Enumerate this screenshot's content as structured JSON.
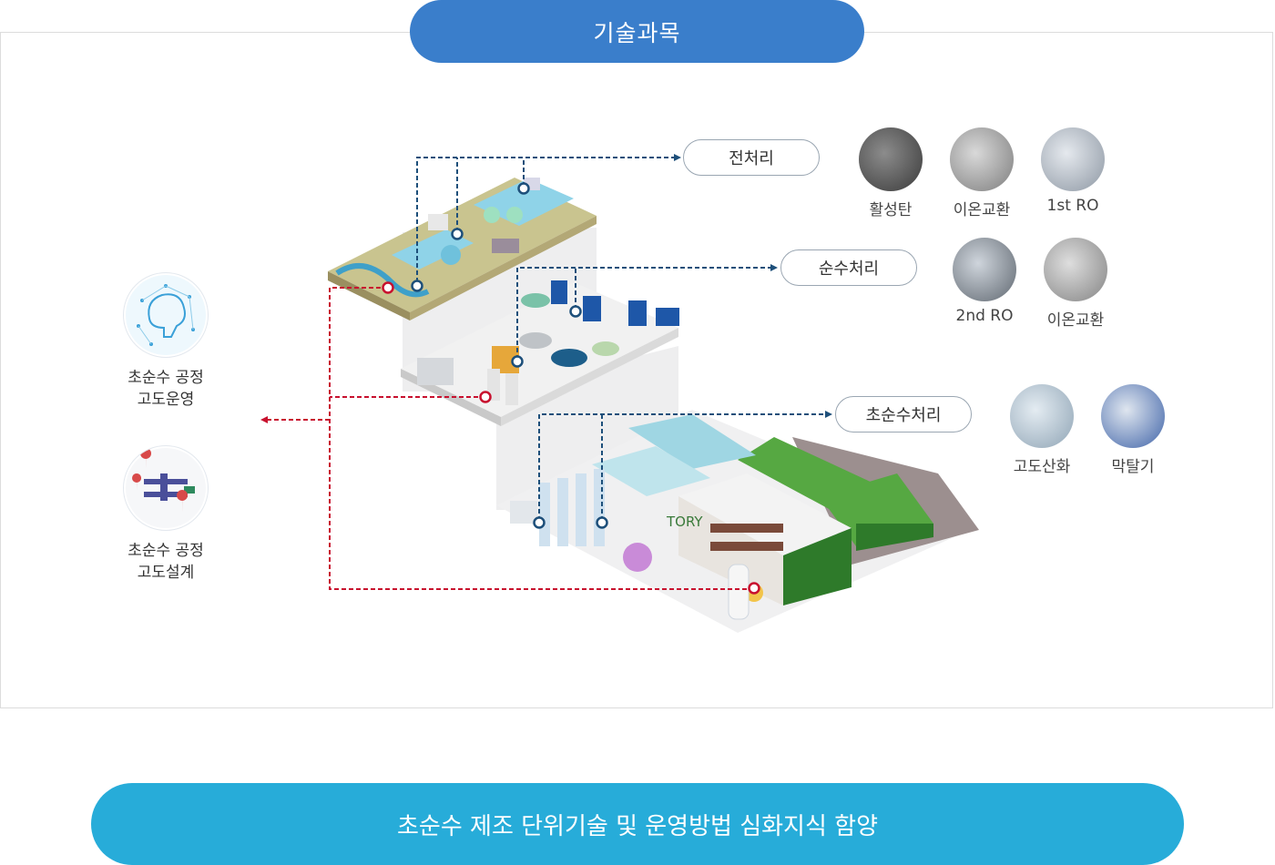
{
  "header": {
    "title": "기술과목"
  },
  "stages": [
    {
      "label": "전처리",
      "equipment": [
        "활성탄",
        "이온교환",
        "1st RO"
      ]
    },
    {
      "label": "순수처리",
      "equipment": [
        "2nd RO",
        "이온교환"
      ]
    },
    {
      "label": "초순수처리",
      "equipment": [
        "고도산화",
        "막탈기"
      ]
    }
  ],
  "outcomes": [
    {
      "line1": "초순수 공정",
      "line2": "고도운영"
    },
    {
      "line1": "초순수 공정",
      "line2": "고도설계"
    }
  ],
  "factory_sign": "TORY",
  "footer": {
    "text": "초순수 제조 단위기술 및 운영방법 심화지식 함양"
  },
  "colors": {
    "title_pill": "#3a7ecb",
    "footer_pill": "#27acd9",
    "blue_line": "#1d4f7a",
    "red_line": "#c8102e"
  }
}
